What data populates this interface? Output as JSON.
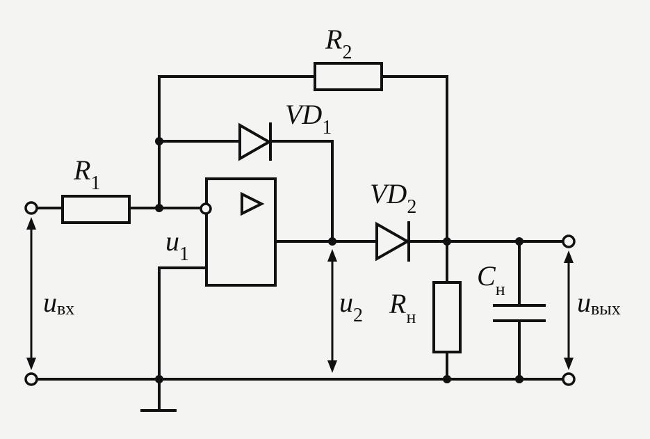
{
  "labels": {
    "r1": {
      "main": "R",
      "sub": "1"
    },
    "r2": {
      "main": "R",
      "sub": "2"
    },
    "vd1": {
      "main": "VD",
      "sub": "1"
    },
    "vd2": {
      "main": "VD",
      "sub": "2"
    },
    "u1": {
      "main": "u",
      "sub": "1"
    },
    "u2": {
      "main": "u",
      "sub": "2"
    },
    "uin": {
      "main": "u",
      "sub": "вх"
    },
    "uout": {
      "main": "u",
      "sub": "вых"
    },
    "rload": {
      "main": "R",
      "sub": "н"
    },
    "cload": {
      "main": "C",
      "sub": "н"
    }
  }
}
